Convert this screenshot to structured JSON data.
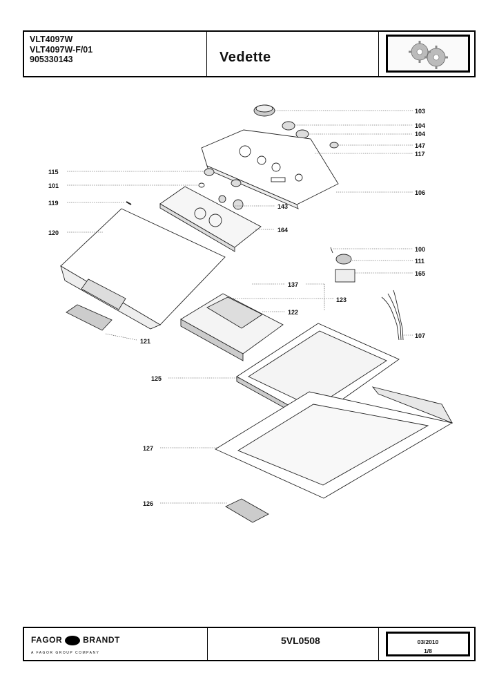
{
  "header": {
    "models": [
      "VLT4097W",
      "VLT4097W-F/01",
      "905330143"
    ],
    "brand": "Vedette"
  },
  "footer": {
    "company": "FAGOR",
    "company2": "BRANDT",
    "tagline": "A FAGOR GROUP COMPANY",
    "code": "5VL0508",
    "date": "03/2010",
    "page": "1/8"
  },
  "parts": [
    {
      "ref": "103",
      "side": "right"
    },
    {
      "ref": "104",
      "side": "right"
    },
    {
      "ref": "104",
      "side": "right"
    },
    {
      "ref": "147",
      "side": "right"
    },
    {
      "ref": "117",
      "side": "right"
    },
    {
      "ref": "106",
      "side": "right"
    },
    {
      "ref": "115",
      "side": "left"
    },
    {
      "ref": "101",
      "side": "left"
    },
    {
      "ref": "143",
      "side": "right"
    },
    {
      "ref": "119",
      "side": "left"
    },
    {
      "ref": "164",
      "side": "right"
    },
    {
      "ref": "120",
      "side": "left"
    },
    {
      "ref": "100",
      "side": "right"
    },
    {
      "ref": "111",
      "side": "right"
    },
    {
      "ref": "165",
      "side": "right"
    },
    {
      "ref": "137",
      "side": "right"
    },
    {
      "ref": "123",
      "side": "right"
    },
    {
      "ref": "122",
      "side": "right"
    },
    {
      "ref": "107",
      "side": "right"
    },
    {
      "ref": "121",
      "side": "right"
    },
    {
      "ref": "125",
      "side": "left"
    },
    {
      "ref": "127",
      "side": "left"
    },
    {
      "ref": "126",
      "side": "left"
    }
  ]
}
